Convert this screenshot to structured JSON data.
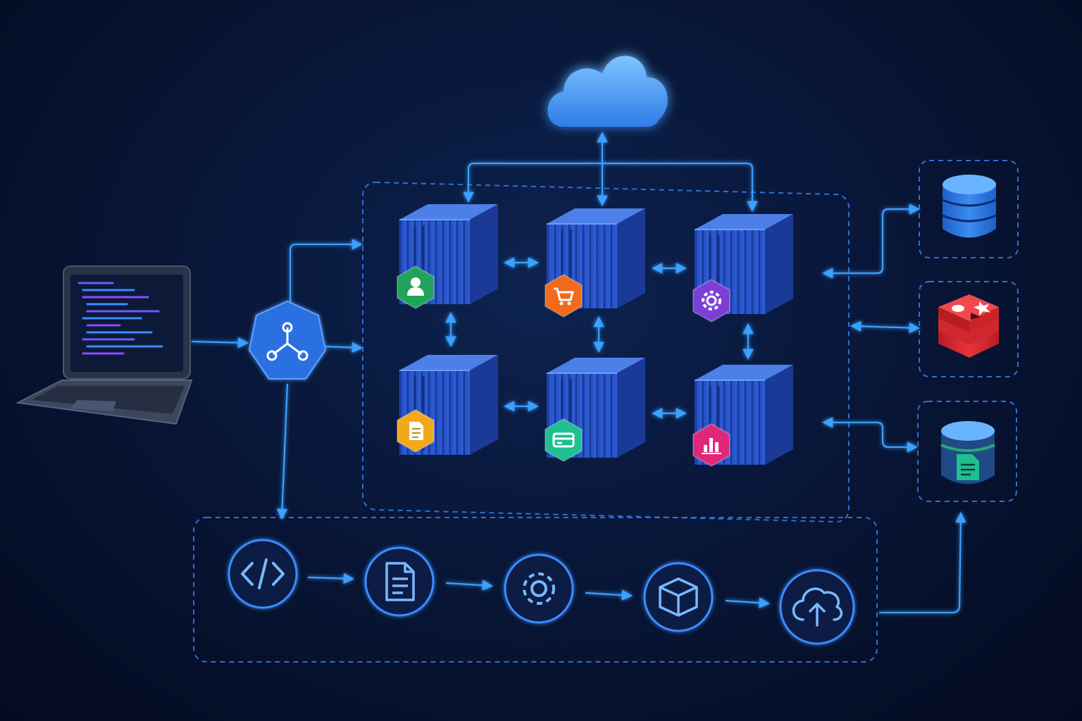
{
  "diagram": {
    "nodes": {
      "cloud": {
        "icon": "cloud-icon"
      },
      "laptop": {
        "icon": "laptop-code-icon"
      },
      "gateway": {
        "icon": "load-balancer-icon"
      },
      "containers": [
        {
          "id": "c1",
          "badge_icon": "user-icon",
          "badge_color": "#22a35a"
        },
        {
          "id": "c2",
          "badge_icon": "cart-icon",
          "badge_color": "#f26a1b"
        },
        {
          "id": "c3",
          "badge_icon": "gear-icon",
          "badge_color": "#7b3fd6"
        },
        {
          "id": "c4",
          "badge_icon": "document-icon",
          "badge_color": "#f2a81b"
        },
        {
          "id": "c5",
          "badge_icon": "card-icon",
          "badge_color": "#1fbf8f"
        },
        {
          "id": "c6",
          "badge_icon": "bar-chart-icon",
          "badge_color": "#e0287a"
        }
      ],
      "datastores": [
        {
          "id": "db",
          "icon": "database-icon",
          "color": "#2f7de8"
        },
        {
          "id": "cache",
          "icon": "redis-cache-icon",
          "color": "#e0262d"
        },
        {
          "id": "docstore",
          "icon": "document-database-icon",
          "color": "#2aa878"
        }
      ],
      "pipeline": [
        {
          "id": "code",
          "icon": "code-icon"
        },
        {
          "id": "build",
          "icon": "document-icon"
        },
        {
          "id": "test",
          "icon": "gear-icon"
        },
        {
          "id": "package",
          "icon": "box-icon"
        },
        {
          "id": "deploy",
          "icon": "cloud-upload-icon"
        }
      ]
    },
    "colors": {
      "background": "#061232",
      "accent": "#2f8cff",
      "line": "#3aa0ff",
      "container": "#2a55c8",
      "ring": "#2f7dff"
    }
  }
}
